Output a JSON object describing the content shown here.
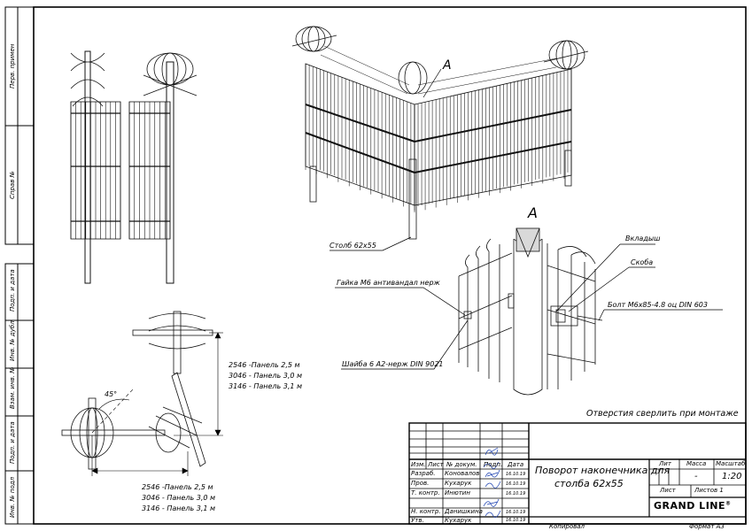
{
  "side_stamps": [
    "Перв. примен",
    "Справ №",
    "Подп. и дата",
    "Инв. № дубл",
    "Взам. инв. №",
    "Подп. и дата",
    "Инв. № подл"
  ],
  "callouts": {
    "view_a_top": "A",
    "view_a_detail": "A",
    "post": "Столб 62х55",
    "inserts": "Вкладыш",
    "bracket": "Скоба",
    "bolt": "Болт М6х85-4.8 оц DIN 603",
    "nut": "Гайка М6 антивандал нерж",
    "washer": "Шайба 6 А2-нерж DIN 9021",
    "holes_note": "Отверстия сверлить при монтаже"
  },
  "dimensions": {
    "vertical": [
      "2546 -Панель 2,5 м",
      "3046 - Панель 3,0 м",
      "3146 - Панель 3,1 м"
    ],
    "horizontal": [
      "2546 -Панель 2,5 м",
      "3046 - Панель 3,0 м",
      "3146 - Панель 3,1 м"
    ],
    "angle": "45°"
  },
  "title_block": {
    "headers": [
      "Изм.",
      "Лист",
      "№ докум.",
      "Подп.",
      "Дата"
    ],
    "rows": [
      {
        "role": "Разраб.",
        "name": "Коновалов",
        "date": "16.10.19"
      },
      {
        "role": "Пров.",
        "name": "Кухарук",
        "date": "16.10.19"
      },
      {
        "role": "Т. контр.",
        "name": "Инютин",
        "date": "16.10.19"
      },
      {
        "role": "",
        "name": "",
        "date": ""
      },
      {
        "role": "Н. контр.",
        "name": "Данишкина",
        "date": "16.10.19"
      },
      {
        "role": "Утв.",
        "name": "Кухарук",
        "date": "16.10.19"
      }
    ],
    "title_line1": "Поворот наконечника для",
    "title_line2": "столба 62х55",
    "lit_label": "Лит",
    "mass_label": "Масса",
    "scale_label": "Масштаб",
    "mass_value": "-",
    "scale_value": "1:20",
    "sheet_label": "Лист",
    "sheets_label": "Листов 1",
    "brand": "GRAND LINE",
    "brand_mark": "®",
    "copied": "Копировал",
    "format": "Формат А3"
  }
}
